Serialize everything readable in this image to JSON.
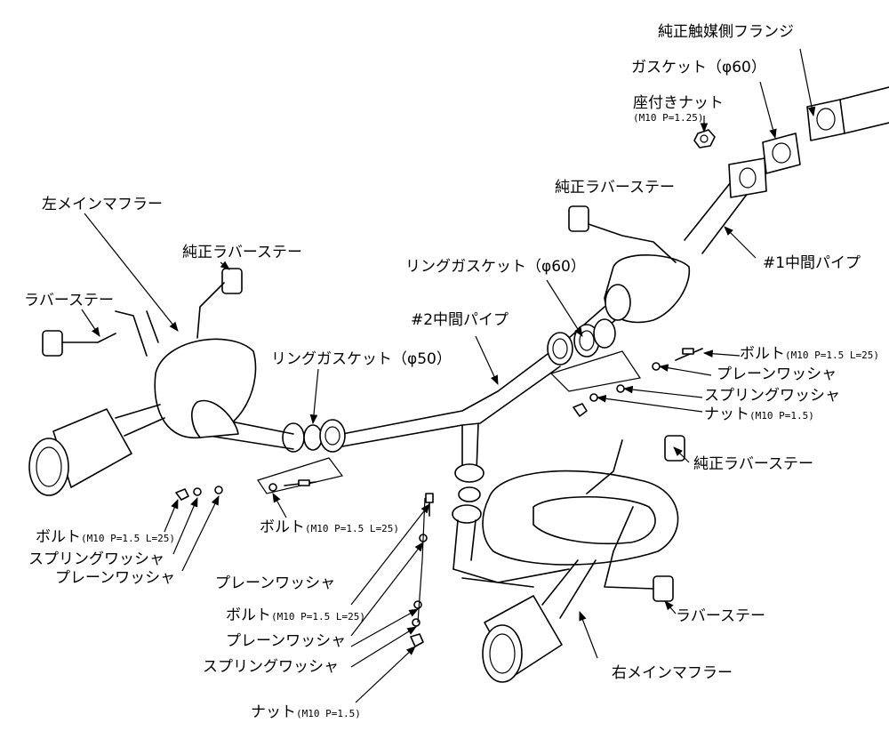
{
  "labels": {
    "oem_cat_flange": "純正触媒側フランジ",
    "gasket_60": "ガスケット（φ60）",
    "seated_nut": "座付きナット",
    "seated_nut_spec": "(M10 P=1.25)",
    "oem_rubber_stay_top": "純正ラバーステー",
    "mid_pipe_1": "#1中間パイプ",
    "left_main_muffler": "左メインマフラー",
    "oem_rubber_stay_left": "純正ラバーステー",
    "rubber_stay_left": "ラバーステー",
    "ring_gasket_60": "リングガスケット（φ60）",
    "mid_pipe_2": "#2中間パイプ",
    "ring_gasket_50": "リングガスケット（φ50）",
    "bolt_right": "ボルト",
    "bolt_right_spec": "(M10 P=1.5 L=25)",
    "plain_washer_right": "プレーンワッシャ",
    "spring_washer_right": "スプリングワッシャ",
    "nut_right": "ナット",
    "nut_right_spec": "(M10 P=1.5)",
    "oem_rubber_stay_right": "純正ラバーステー",
    "bolt_left": "ボルト",
    "bolt_left_spec": "(M10 P=1.5 L=25)",
    "spring_washer_left": "スプリングワッシャ",
    "plain_washer_left": "プレーンワッシャ",
    "bolt_center": "ボルト",
    "bolt_center_spec": "(M10 P=1.5 L=25)",
    "plain_washer_center": "プレーンワッシャ",
    "bolt_bottom": "ボルト",
    "bolt_bottom_spec": "(M10 P=1.5 L=25)",
    "plain_washer_bottom": "プレーンワッシャ",
    "spring_washer_bottom": "スプリングワッシャ",
    "nut_bottom": "ナット",
    "nut_bottom_spec": "(M10 P=1.5)",
    "rubber_stay_right": "ラバーステー",
    "right_main_muffler": "右メインマフラー"
  }
}
